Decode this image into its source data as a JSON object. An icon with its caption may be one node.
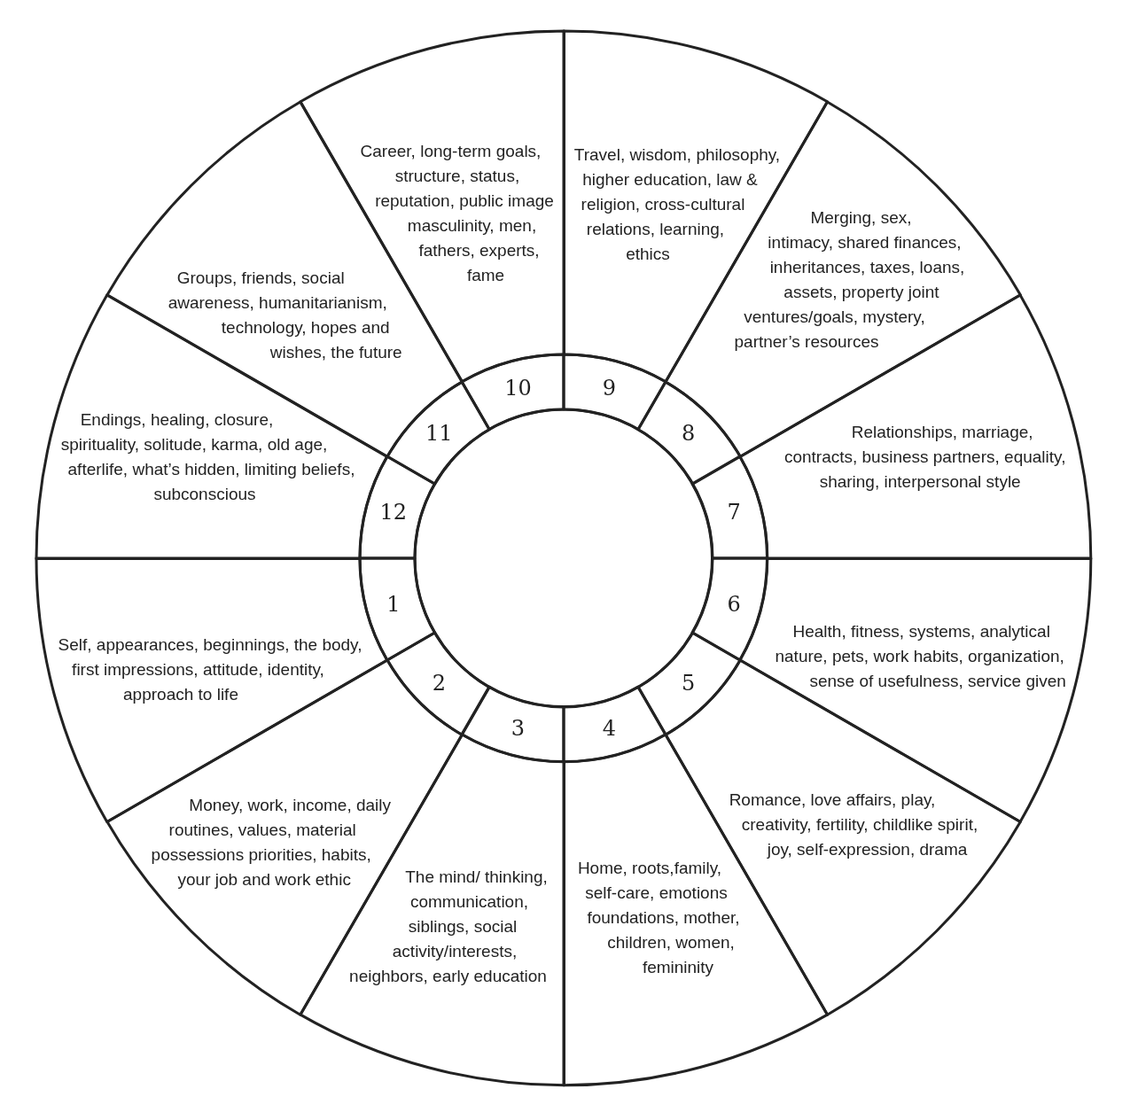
{
  "diagram": {
    "nodes": [
      {
        "text": [
          "1"
        ]
      },
      {
        "text": [
          "Self, appearances, beginnings, the body, first impressions, attitude, identity, approach to life"
        ]
      },
      {
        "text": [
          "2"
        ]
      },
      {
        "text": [
          "Money, work, income, daily routines, values, material possessions priorities, habits, your job and work ethic"
        ]
      },
      {
        "text": [
          "3"
        ]
      },
      {
        "text": [
          "The mind/ thinking, communication, siblings, social activity/interests, neighbors, early education"
        ]
      },
      {
        "text": [
          "4"
        ]
      },
      {
        "text": [
          "Home, roots,family, self-care, emotions foundations, mother, children, women, femininity"
        ]
      },
      {
        "text": [
          "5"
        ]
      },
      {
        "text": [
          "Romance, love affairs, play, creativity, fertility, childlike spirit, joy, self-expression, drama"
        ]
      },
      {
        "text": [
          "6"
        ]
      },
      {
        "text": [
          "Health, fitness, systems, analytical nature, pets, work habits, organization, sense of usefulness, service given"
        ]
      },
      {
        "text": [
          "7"
        ]
      },
      {
        "text": [
          "Relationships, marriage, contracts, business partners, equality, sharing, interpersonal style"
        ]
      },
      {
        "text": [
          "8"
        ]
      },
      {
        "text": [
          "Merging, sex, intimacy, shared finances, inheritances, taxes, loans, assets, property joint ventures/goals, mystery, partner’s resources"
        ]
      },
      {
        "text": [
          "9"
        ]
      },
      {
        "text": [
          "Travel, wisdom, philosophy, higher education, law & religion, cross-cultural relations, learning, ethics"
        ]
      },
      {
        "text": [
          "10"
        ]
      },
      {
        "text": [
          "Career, long-term goals, structure, status, reputation, public image masculinity, men, fathers, experts, fame"
        ]
      },
      {
        "text": [
          "11"
        ]
      },
      {
        "text": [
          "Groups, friends, social awareness, humanitarianism, technology, hopes and wishes, the future"
        ]
      },
      {
        "text": [
          "12"
        ]
      },
      {
        "text": [
          "Endings, healing, closure, spirituality, solitude, karma, old age, afterlife, what’s hidden, limiting beliefs, subconscious"
        ]
      }
    ]
  }
}
